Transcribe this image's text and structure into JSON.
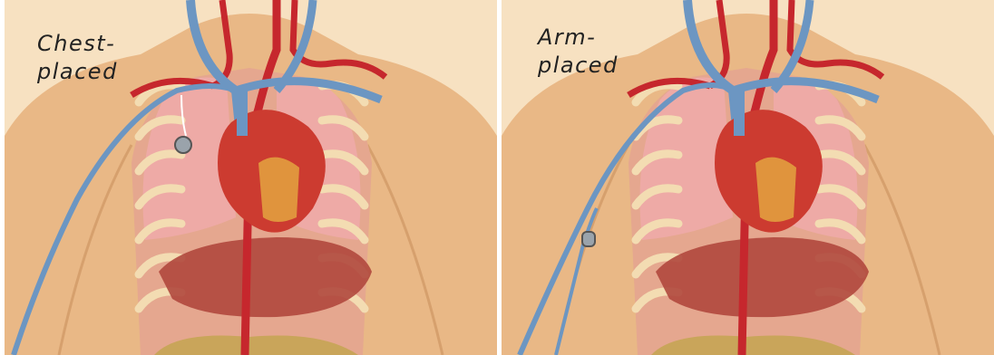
{
  "panels": [
    {
      "label_line1": "Chest-",
      "label_line2": "placed",
      "device_site": "chest"
    },
    {
      "label_line1": "Arm-",
      "label_line2": "placed",
      "device_site": "arm"
    }
  ],
  "colors": {
    "background": "#f7e1c1",
    "skin": "#e9b886",
    "lung": "#eeaaa6",
    "rib": "#f3dcb2",
    "heart": "#cc3b30",
    "vein": "#6c96c2",
    "artery": "#c6272d",
    "liver": "#b0483d",
    "device": "#9aa3ab"
  }
}
